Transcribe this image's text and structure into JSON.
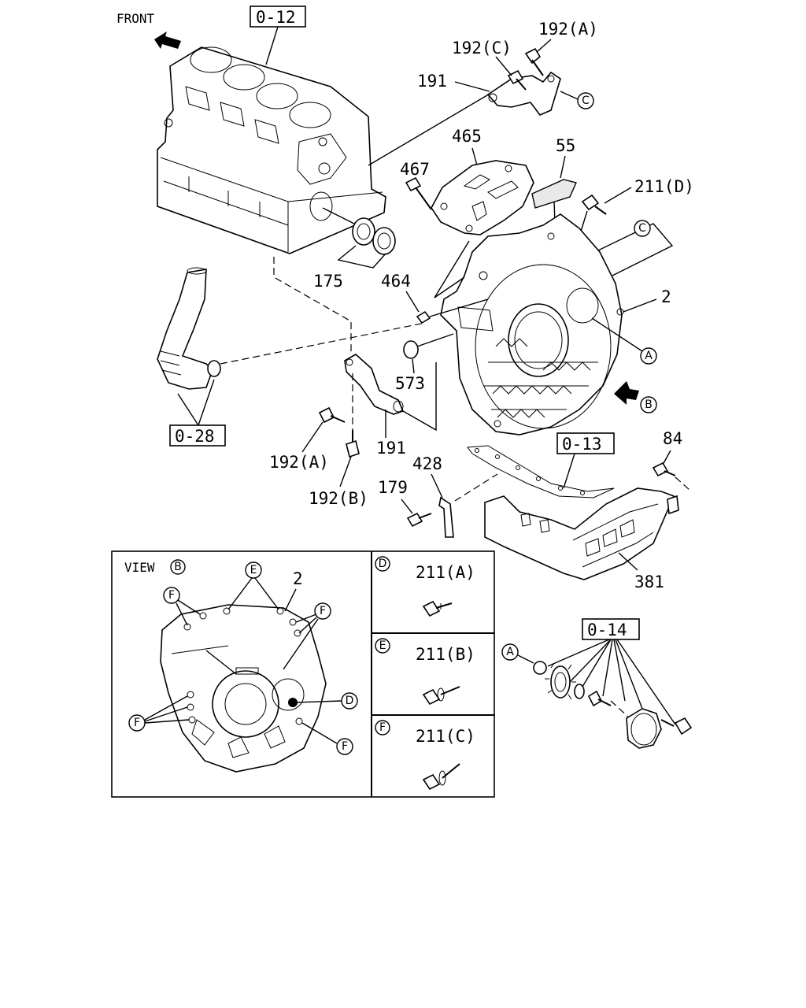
{
  "front_label": "FRONT",
  "refs": {
    "r_0_12": "0-12",
    "r_0_28": "0-28",
    "r_0_13": "0-13",
    "r_0_14": "0-14"
  },
  "parts": {
    "p192a_top": "192(A)",
    "p192c": "192(C)",
    "p191_top": "191",
    "p465": "465",
    "p55": "55",
    "p467": "467",
    "p211d": "211(D)",
    "p2": "2",
    "p175": "175",
    "p464": "464",
    "p573": "573",
    "p191_bot": "191",
    "p192a_bot": "192(A)",
    "p192b": "192(B)",
    "p428": "428",
    "p179": "179",
    "p84": "84",
    "p381": "381"
  },
  "callouts": {
    "A": "A",
    "B": "B",
    "C": "C",
    "D": "D",
    "E": "E",
    "F": "F"
  },
  "view_panel": {
    "title": "VIEW",
    "title_letter": "B",
    "part_label": "2"
  },
  "bolt_panels": [
    {
      "letter": "D",
      "label": "211(A)"
    },
    {
      "letter": "E",
      "label": "211(B)"
    },
    {
      "letter": "F",
      "label": "211(C)"
    }
  ]
}
